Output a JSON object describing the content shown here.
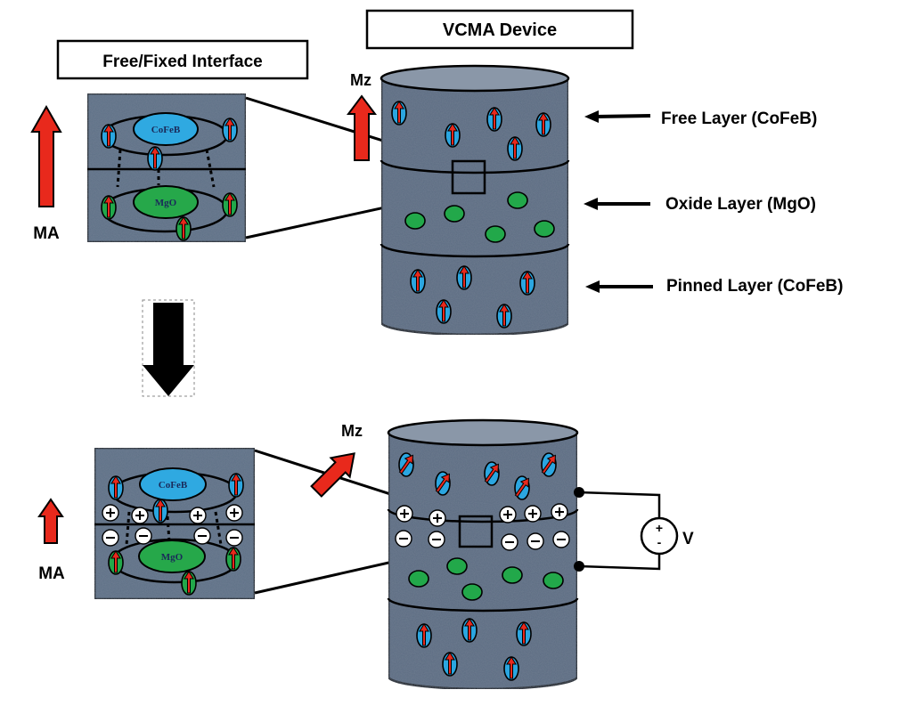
{
  "titles": {
    "device": "VCMA Device",
    "interface": "Free/Fixed Interface"
  },
  "axis_labels": {
    "mz_top": "Mz",
    "mz_bottom": "Mz",
    "ma_top": "MA",
    "ma_bottom": "MA"
  },
  "layers": {
    "free": "Free Layer (CoFeB)",
    "oxide": "Oxide Layer (MgO)",
    "pinned": "Pinned Layer (CoFeB)"
  },
  "inset": {
    "cofeb": "CoFeB",
    "mgo": "MgO"
  },
  "charges": {
    "positive": "+",
    "negative": "-"
  },
  "voltage": {
    "label": "V",
    "plus": "+",
    "minus": "-"
  },
  "colors": {
    "cylinder_fill": "#5b6c82",
    "inset_fill": "#5d6f86",
    "spin_arrow": "#e8291c",
    "spin_ring": "#2ba6e0",
    "oxide_atom": "#22a84a",
    "cofeb_atom": "#2fa9e1",
    "mgo_atom": "#26a84a"
  }
}
